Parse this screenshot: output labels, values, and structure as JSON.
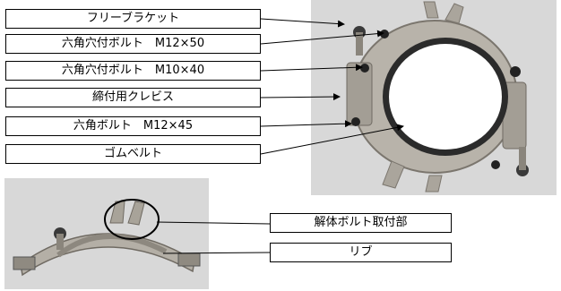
{
  "top_labels": [
    "フリーブラケット",
    "六角穴付ボルト　M12×50",
    "六角穴付ボルト　M10×40",
    "締付用クレビス",
    "六角ボルト　M12×45",
    "ゴムベルト"
  ],
  "bottom_labels": [
    "解体ボルト取付部",
    "リブ"
  ],
  "colors": {
    "photo_bg": "#d7d7d7",
    "metal": "#b9b4ab",
    "metal_dark": "#6f6a62",
    "rubber": "#2b2b2b"
  }
}
